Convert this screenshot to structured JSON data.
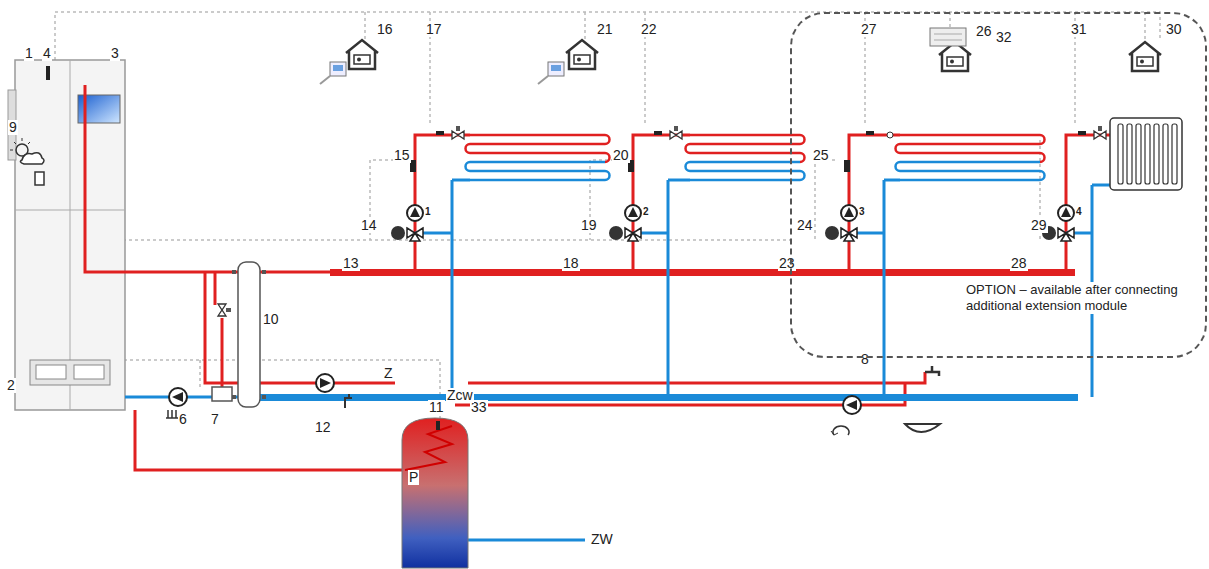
{
  "diagram": {
    "nodes": [
      {
        "text": [
          "OPTION – available after connecting additional extension module"
        ]
      }
    ],
    "labels": [
      "1",
      "4",
      "3",
      "9",
      "2",
      "6",
      "7",
      "10",
      "11",
      "33",
      "12",
      "8",
      "13",
      "14",
      "15",
      "16",
      "17",
      "1",
      "18",
      "19",
      "20",
      "21",
      "22",
      "2",
      "23",
      "24",
      "25",
      "26",
      "27",
      "3",
      "28",
      "29",
      "30",
      "31",
      "4",
      "32",
      "Z",
      "Zcw",
      "P",
      "ZW"
    ]
  }
}
